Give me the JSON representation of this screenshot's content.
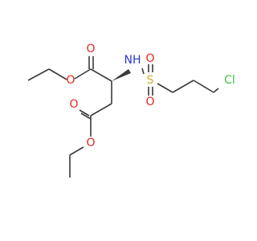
{
  "atoms": {
    "o_ester1_carbonyl": "O",
    "o_ester1_ether": "O",
    "nh": "NH",
    "s": "S",
    "o_sulfonyl_top": "O",
    "o_sulfonyl_bottom": "O",
    "cl": "Cl",
    "o_ester2_carbonyl": "O",
    "o_ester2_ether": "O"
  },
  "colors": {
    "bond": "#3a3a3a",
    "oxygen": "#e8261c",
    "nitrogen": "#2f38c9",
    "sulfur": "#c9b22f",
    "chlorine": "#39c23d"
  }
}
